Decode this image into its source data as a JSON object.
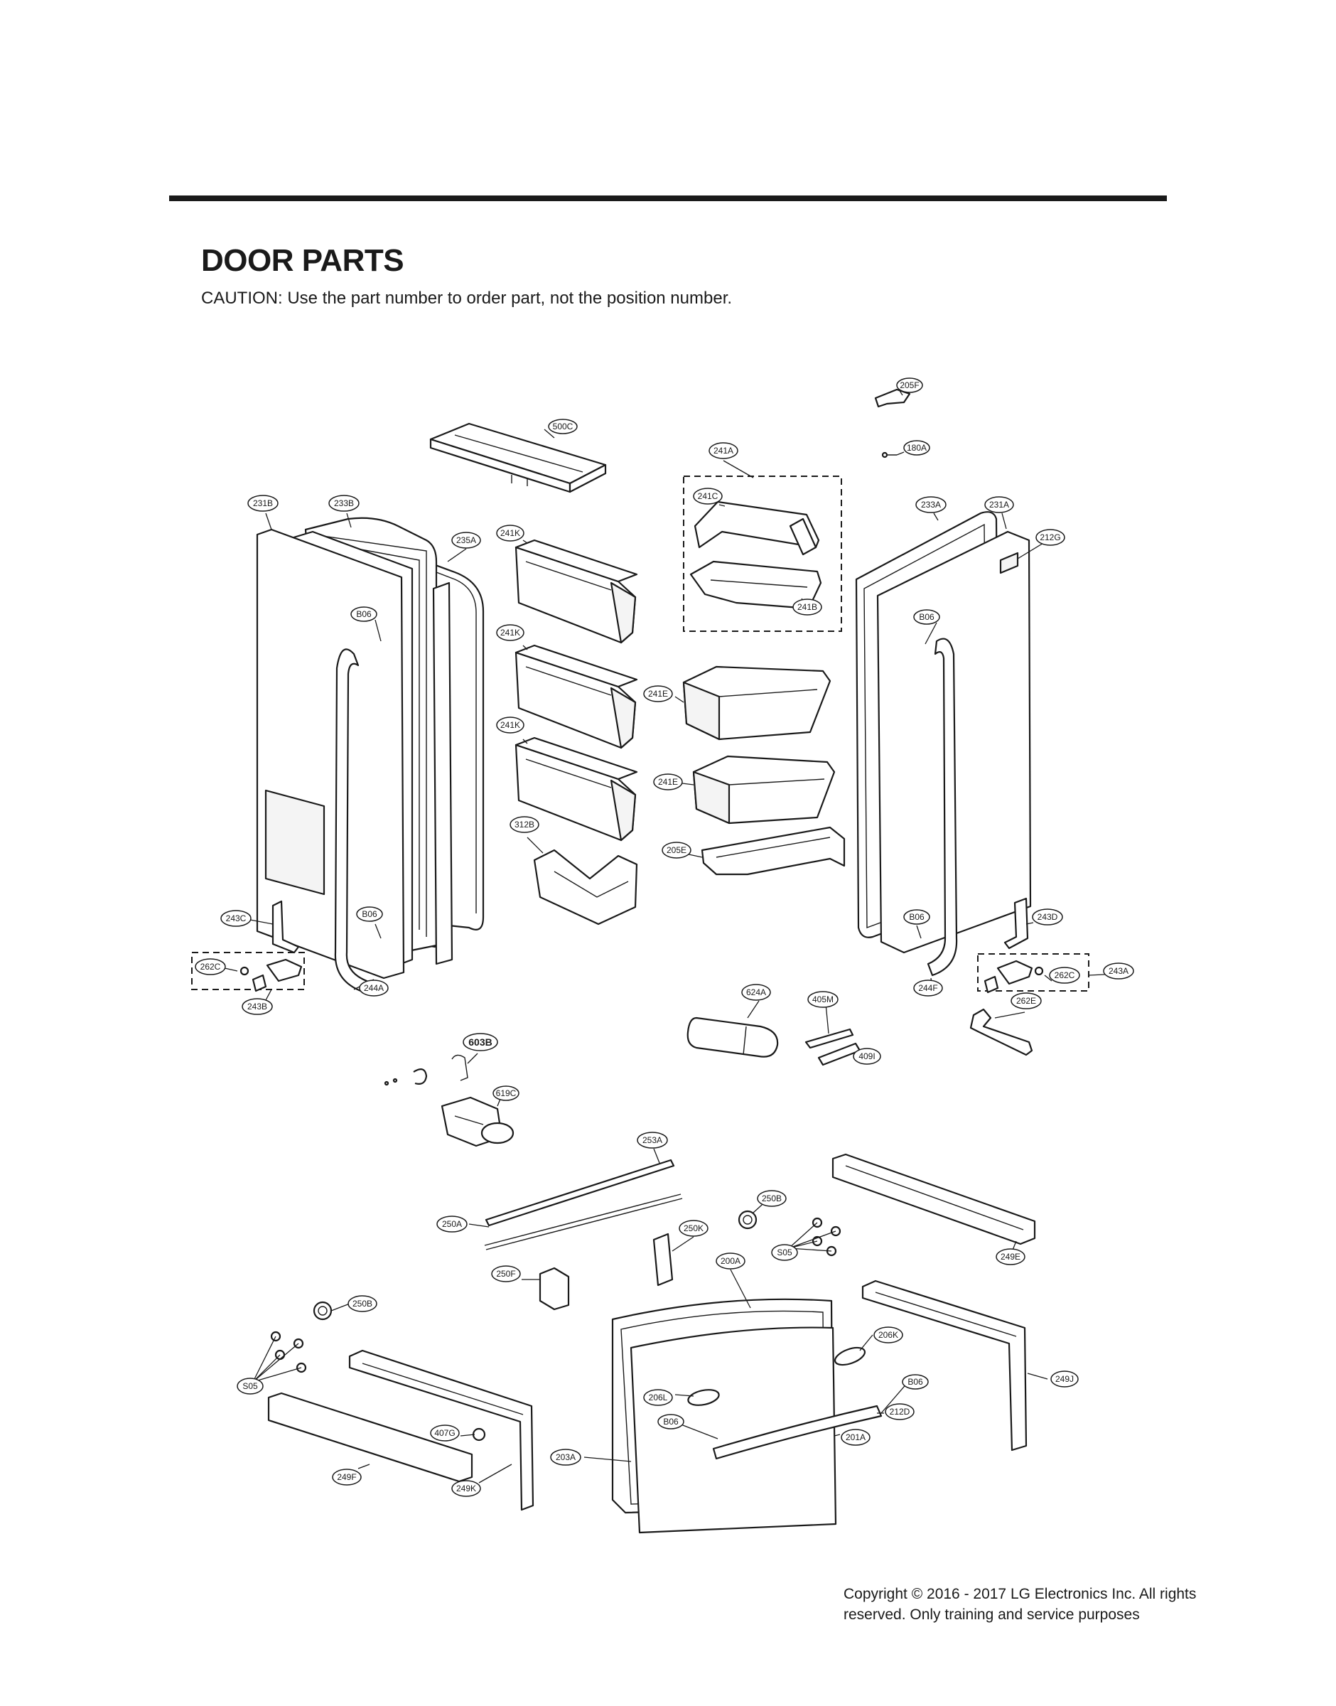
{
  "header": {
    "title": "DOOR PARTS",
    "caution": "CAUTION: Use the part number to order part, not the position number."
  },
  "footer": {
    "copyright": "Copyright © 2016 - 2017 LG Electronics Inc. All rights reserved. Only training and service purposes"
  },
  "callouts": [
    {
      "label": "205F"
    },
    {
      "label": "500C"
    },
    {
      "label": "241A"
    },
    {
      "label": "180A"
    },
    {
      "label": "231B"
    },
    {
      "label": "233B"
    },
    {
      "label": "241C"
    },
    {
      "label": "233A"
    },
    {
      "label": "231A"
    },
    {
      "label": "241K"
    },
    {
      "label": "235A"
    },
    {
      "label": "212G"
    },
    {
      "label": "241B"
    },
    {
      "label": "B06"
    },
    {
      "label": "B06"
    },
    {
      "label": "241K"
    },
    {
      "label": "241E"
    },
    {
      "label": "241K"
    },
    {
      "label": "241E"
    },
    {
      "label": "312B"
    },
    {
      "label": "205E"
    },
    {
      "label": "243C"
    },
    {
      "label": "B06"
    },
    {
      "label": "B06"
    },
    {
      "label": "243D"
    },
    {
      "label": "262C"
    },
    {
      "label": "262C"
    },
    {
      "label": "243A"
    },
    {
      "label": "244A"
    },
    {
      "label": "624A"
    },
    {
      "label": "405M"
    },
    {
      "label": "244F"
    },
    {
      "label": "262E"
    },
    {
      "label": "243B"
    },
    {
      "label": "603B"
    },
    {
      "label": "409I"
    },
    {
      "label": "619C"
    },
    {
      "label": "253A"
    },
    {
      "label": "250B"
    },
    {
      "label": "250A"
    },
    {
      "label": "250K"
    },
    {
      "label": "S05"
    },
    {
      "label": "249E"
    },
    {
      "label": "200A"
    },
    {
      "label": "250F"
    },
    {
      "label": "250B"
    },
    {
      "label": "206K"
    },
    {
      "label": "S05"
    },
    {
      "label": "B06"
    },
    {
      "label": "249J"
    },
    {
      "label": "206L"
    },
    {
      "label": "212D"
    },
    {
      "label": "B06"
    },
    {
      "label": "407G"
    },
    {
      "label": "201A"
    },
    {
      "label": "203A"
    },
    {
      "label": "249F"
    },
    {
      "label": "249K"
    }
  ]
}
